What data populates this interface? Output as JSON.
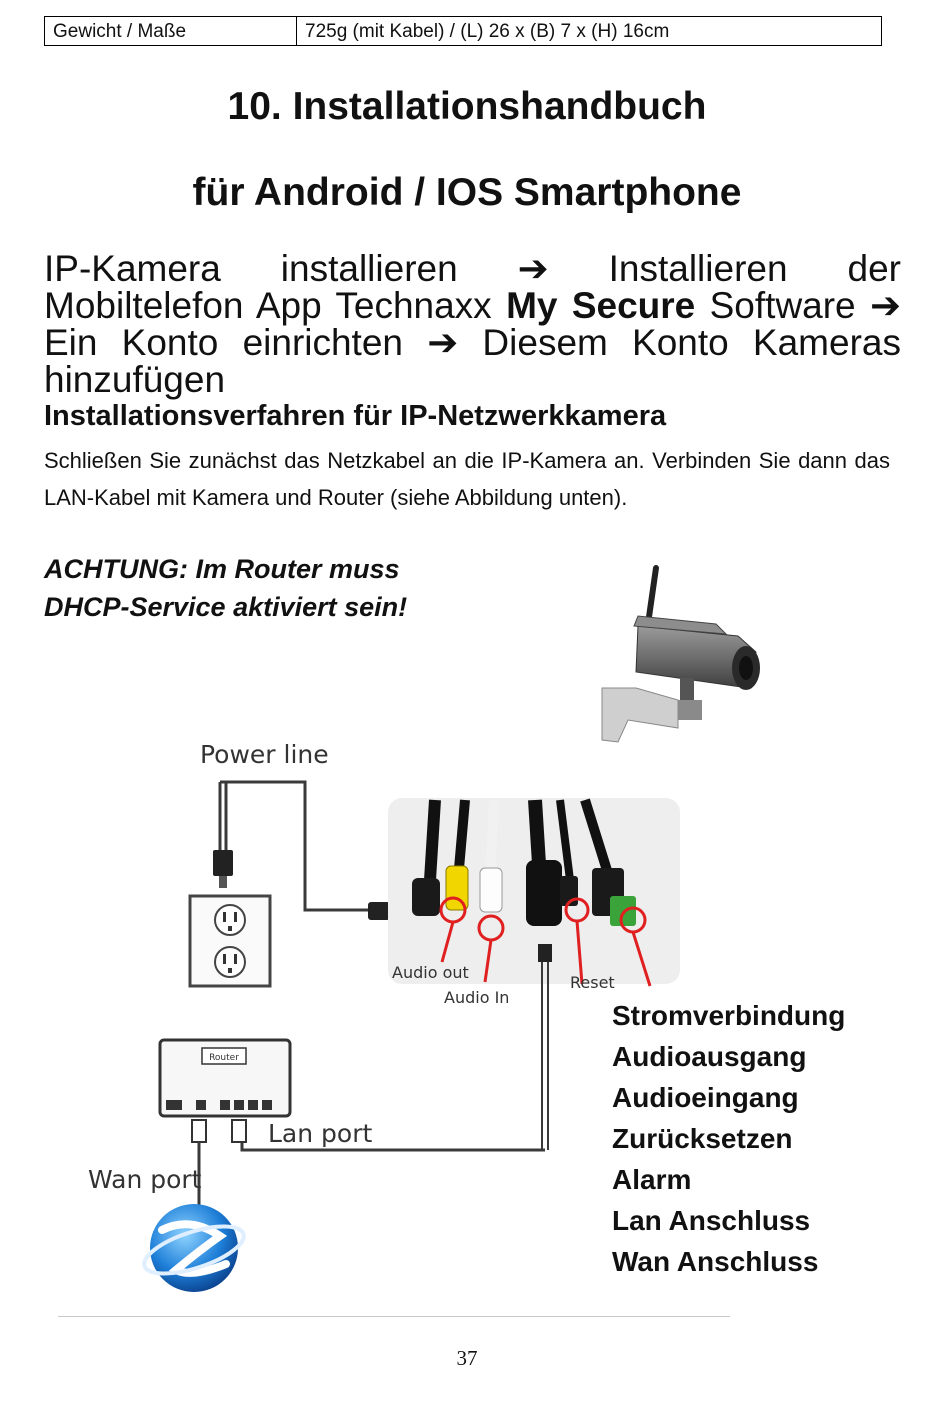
{
  "spec_row": {
    "key": "Gewicht / Maße",
    "value": "725g (mit Kabel) / (L) 26 x (B) 7 x (H) 16cm"
  },
  "chapter": {
    "title_line1": "10. Installationshandbuch",
    "title_line2": "für Android / IOS Smartphone"
  },
  "flow": {
    "step1": "IP-Kamera installieren",
    "arrow": "➔",
    "step2_prefix": "Installieren der Mobiltelefon App Technaxx",
    "step2_bold": "My Secure",
    "step2_suffix": "Software",
    "step3": "Ein Konto einrichten",
    "step4": "Diesem Konto Kameras hinzufügen"
  },
  "section": {
    "heading": "Installationsverfahren für IP-Netzwerkkamera",
    "body": "Schließen Sie zunächst das Netzkabel an die IP-Kamera an. Verbinden Sie dann das LAN-Kabel mit Kamera und Router (siehe Abbildung unten)."
  },
  "warning": {
    "line1": "ACHTUNG: Im Router muss",
    "line2": "DHCP-Service aktiviert sein!"
  },
  "diagram": {
    "power_line": "Power line",
    "audio_out": "Audio out",
    "audio_in": "Audio In",
    "reset": "Reset",
    "router": "Router",
    "lan_port": "Lan port",
    "wan_port": "Wan port",
    "colors": {
      "red_marker": "#e02020",
      "wire": "#3a3a3a",
      "audio_yellow": "#f2d600"
    }
  },
  "legend": [
    "Stromverbindung",
    "Audioausgang",
    "Audioeingang",
    "Zurücksetzen",
    "Alarm",
    "Lan Anschluss",
    "Wan Anschluss"
  ],
  "page_number": "37"
}
